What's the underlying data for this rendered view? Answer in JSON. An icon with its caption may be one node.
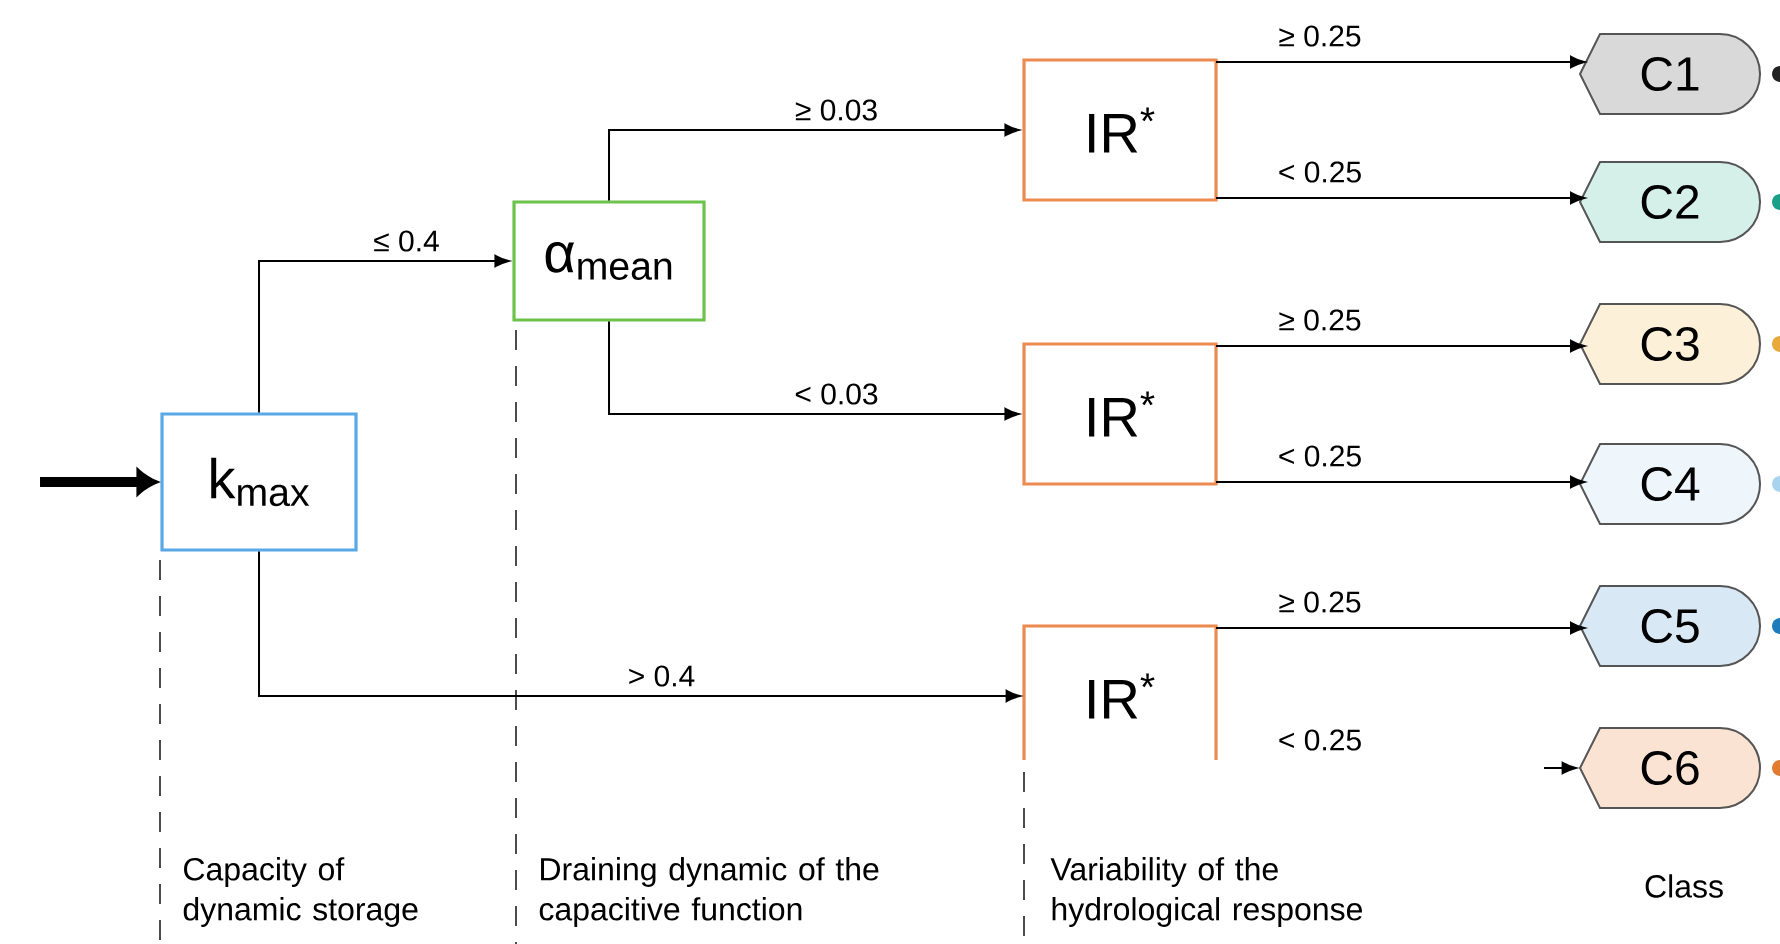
{
  "diagram": {
    "nodes": [
      {
        "text": [
          "k$_{max}$"
        ]
      },
      {
        "text": [
          "α$_{mean}$"
        ]
      },
      {
        "text": [
          "IR$^{*}$"
        ]
      },
      {
        "text": [
          "IR$^{*}$"
        ]
      },
      {
        "text": [
          "IR$^{*}$"
        ]
      },
      {
        "text": [
          "C1"
        ]
      },
      {
        "text": [
          "C2"
        ]
      },
      {
        "text": [
          "C3"
        ]
      },
      {
        "text": [
          "C4"
        ]
      },
      {
        "text": [
          "C5"
        ]
      },
      {
        "text": [
          "C6"
        ]
      }
    ],
    "edges": [
      {
        "from": null,
        "to": 0,
        "arrow": "to",
        "style": "thick"
      },
      {
        "from": 0,
        "to": 1,
        "arrow": "to",
        "label": "≤ 0.4"
      },
      {
        "from": 0,
        "to": 4,
        "arrow": "to",
        "label": "> 0.4"
      },
      {
        "from": 1,
        "to": 2,
        "arrow": "to",
        "label": "≥ 0.03"
      },
      {
        "from": 1,
        "to": 3,
        "arrow": "to",
        "label": "< 0.03"
      },
      {
        "from": 2,
        "to": 5,
        "arrow": "to",
        "label": "≥ 0.25"
      },
      {
        "from": 2,
        "to": 6,
        "arrow": "to",
        "label": "< 0.25"
      },
      {
        "from": 3,
        "to": 7,
        "arrow": "to",
        "label": "≥ 0.25"
      },
      {
        "from": 3,
        "to": 8,
        "arrow": "to",
        "label": "< 0.25"
      },
      {
        "from": 4,
        "to": 9,
        "arrow": "to",
        "label": "≥ 0.25"
      },
      {
        "from": null,
        "to": 10,
        "arrow": "to"
      }
    ],
    "labels": [
      "< 0.25",
      "Capacity of dynamic storage",
      "Draining dynamic of the capacitive function",
      "Variability of the hydrological response",
      "Class"
    ]
  }
}
